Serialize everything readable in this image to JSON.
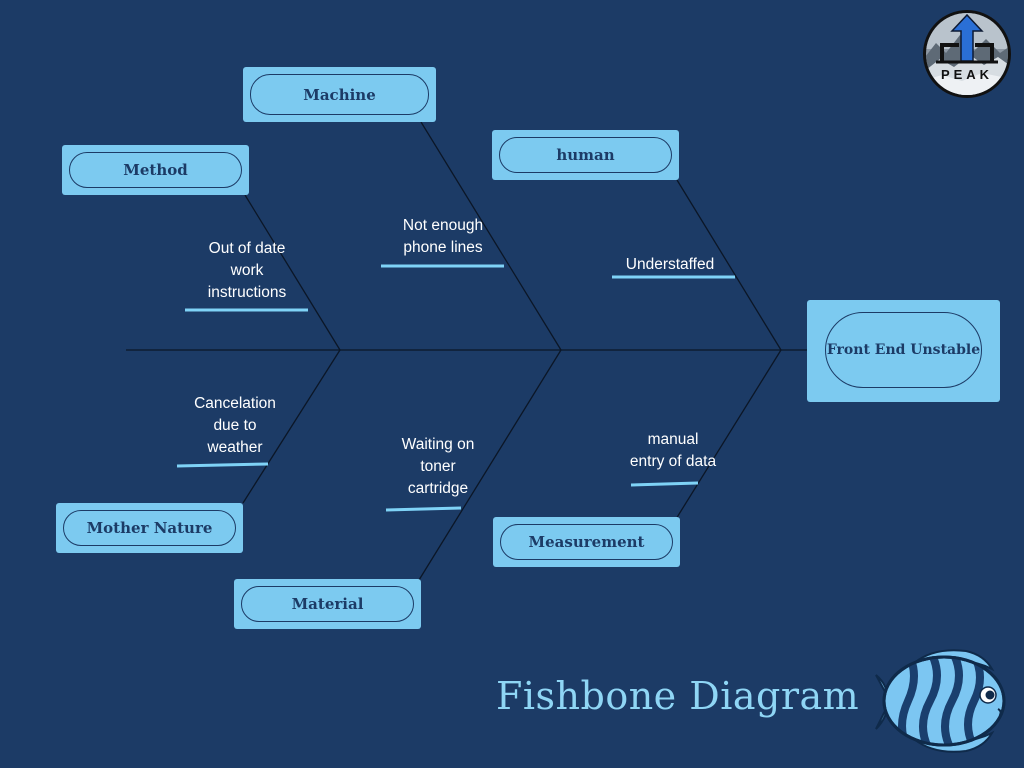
{
  "head": {
    "label": "Front End Unstable"
  },
  "categories": {
    "machine": "Machine",
    "method": "Method",
    "human": "human",
    "mother_nature": "Mother Nature",
    "material": "Material",
    "measurement": "Measurement"
  },
  "causes": {
    "method": [
      "Out of date",
      "work",
      "instructions"
    ],
    "machine": [
      "Not enough",
      "phone lines"
    ],
    "human": [
      "Understaffed"
    ],
    "mother_nature": [
      "Cancelation",
      "due to",
      "weather"
    ],
    "material": [
      "Waiting on",
      "toner",
      "cartridge"
    ],
    "measurement": [
      "manual",
      "entry of data"
    ]
  },
  "title": "Fishbone Diagram",
  "logo": {
    "text": "PEAK",
    "icon": "peak-logo-icon"
  },
  "fish": {
    "icon": "fish-icon"
  },
  "colors": {
    "background": "#1c3b66",
    "box": "#7ccaf0",
    "title": "#8fd6f5",
    "underline": "#7fd3f7",
    "text": "#ffffff"
  }
}
